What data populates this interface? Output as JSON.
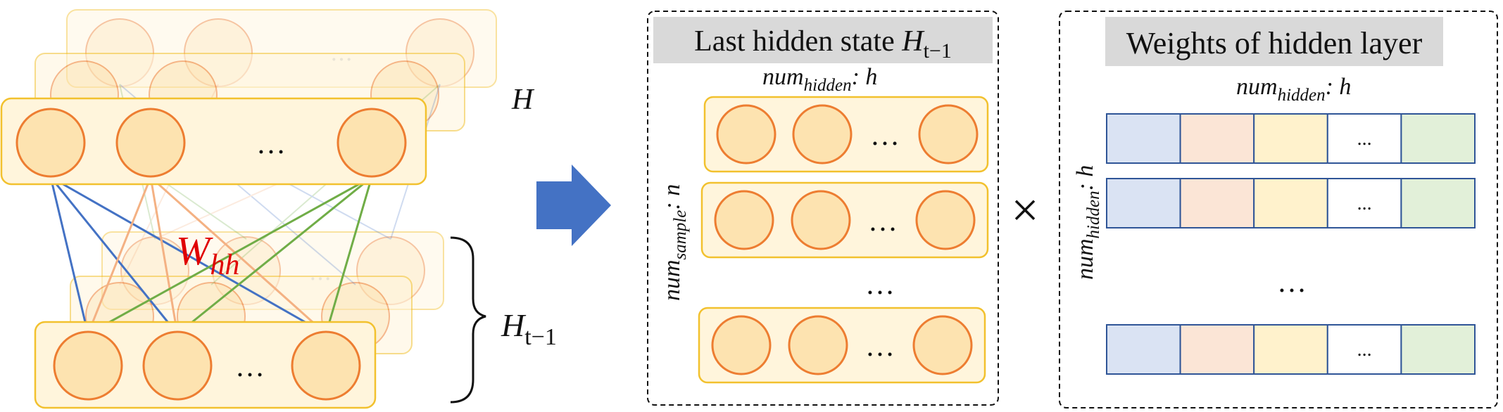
{
  "left_network": {
    "h_label": "H",
    "weight_label_main": "W",
    "weight_label_sub": "hh",
    "prev_label_main": "H",
    "prev_label_sub": "t−1",
    "dots": "…"
  },
  "middle_panel": {
    "title_text": "Last hidden state ",
    "title_var": "H",
    "title_sub": "t−1",
    "col_main": "num",
    "col_sub": "hidden",
    "col_val": ": h",
    "row_main": "num",
    "row_sub": "sample",
    "row_val": ": n",
    "dots": "…"
  },
  "multiply_symbol": "×",
  "right_panel": {
    "title": "Weights of hidden layer",
    "col_main": "num",
    "col_sub": "hidden",
    "col_val": ": h",
    "row_main": "num",
    "row_sub": "hidden",
    "row_val": ": h",
    "cell_dots": "...",
    "dots": "…",
    "cell_colors": [
      "#dae3f3",
      "#fbe5d6",
      "#fff2cc",
      "#ffffff",
      "#e2f0d9"
    ]
  },
  "colors": {
    "node_fill": "#fde3b0",
    "node_stroke": "#ed7d31",
    "box_fill": "#fff5dc",
    "box_stroke": "#f2c12e",
    "arrow": "#4472c4",
    "edge_blue": "#4472c4",
    "edge_orange": "#f4b183",
    "edge_green": "#70ad47",
    "weight_label": "#e00000",
    "cell_stroke": "#2f5597",
    "title_bg": "#d9d9d9"
  }
}
